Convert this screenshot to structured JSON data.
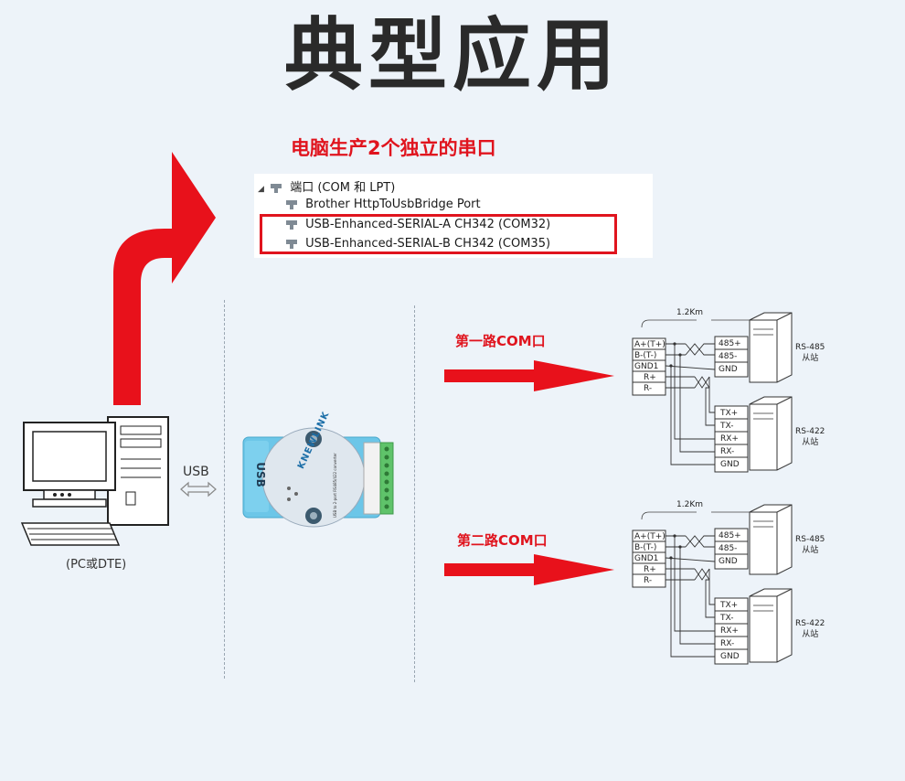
{
  "title": "典型应用",
  "subtitle": "电脑生产2个独立的串口",
  "device_manager": {
    "category": "端口 (COM 和 LPT)",
    "items": [
      "Brother HttpToUsbBridge Port",
      "USB-Enhanced-SERIAL-A CH342 (COM32)",
      "USB-Enhanced-SERIAL-B CH342 (COM35)"
    ]
  },
  "pc_caption": "(PC或DTE)",
  "usb_label": "USB",
  "converter": {
    "side_label": "USB",
    "brand": "KNEWLINK",
    "model_text": "USB to 2-port RS485/422 converter"
  },
  "ports": [
    {
      "label": "第一路COM口",
      "distance": "1.2Km",
      "left_pins": [
        "A+(T+)",
        "B-(T-)",
        "GND1",
        "R+",
        "R-"
      ],
      "rs485_pins": [
        "485+",
        "485-",
        "GND"
      ],
      "rs422_pins": [
        "TX+",
        "TX-",
        "RX+",
        "RX-",
        "GND"
      ],
      "rs485_caption": [
        "RS-485",
        "从站"
      ],
      "rs422_caption": [
        "RS-422",
        "从站"
      ]
    },
    {
      "label": "第二路COM口",
      "distance": "1.2Km",
      "left_pins": [
        "A+(T+)",
        "B-(T-)",
        "GND1",
        "R+",
        "R-"
      ],
      "rs485_pins": [
        "485+",
        "485-",
        "GND"
      ],
      "rs422_pins": [
        "TX+",
        "TX-",
        "RX+",
        "RX-",
        "GND"
      ],
      "rs485_caption": [
        "RS-485",
        "从站"
      ],
      "rs422_caption": [
        "RS-422",
        "从站"
      ]
    }
  ],
  "colors": {
    "background": "#edf3f9",
    "accent_red": "#e0141e",
    "converter_blue": "#6cc6e8",
    "terminal_green": "#5fc36a"
  }
}
